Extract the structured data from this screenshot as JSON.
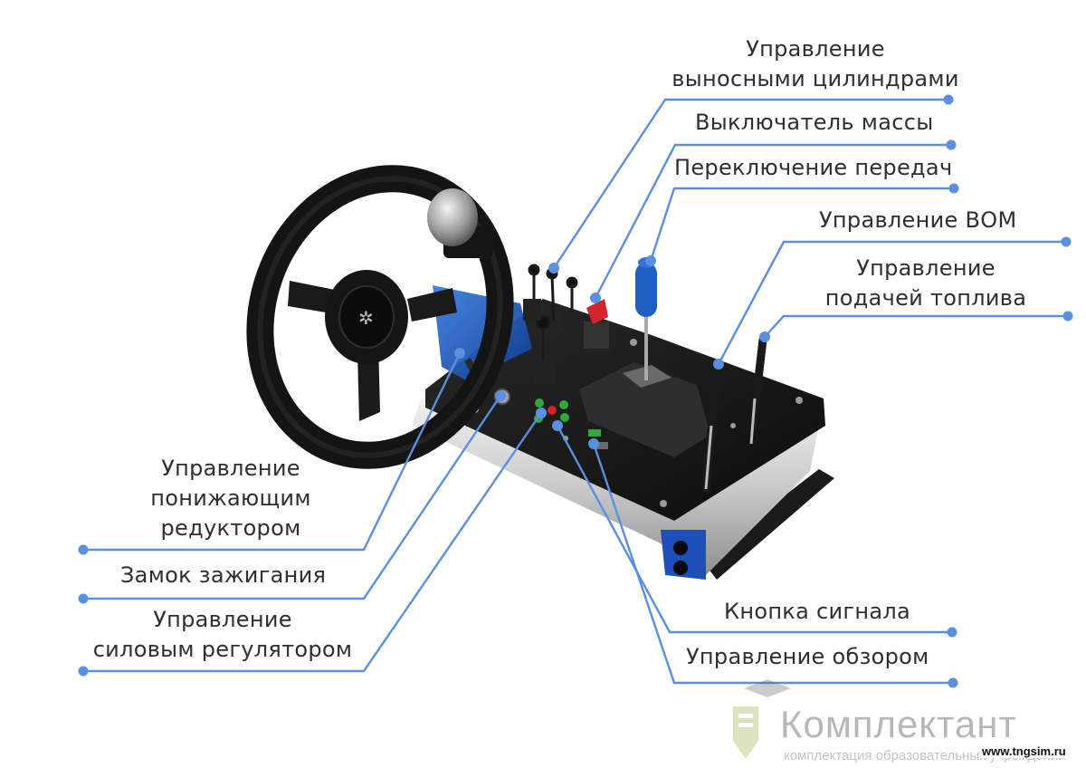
{
  "labels": {
    "cylinders": [
      "Управление",
      "выносными цилиндрами"
    ],
    "mass_switch": "Выключатель массы",
    "gear_shift": "Переключение передач",
    "pto": "Управление ВОМ",
    "fuel": [
      "Управление",
      "подачей топлива"
    ],
    "reducer": [
      "Управление",
      "понижающим",
      "редуктором"
    ],
    "ignition": "Замок зажигания",
    "power_reg": [
      "Управление",
      "силовым регулятором"
    ],
    "horn": "Кнопка сигнала",
    "view": "Управление обзором"
  },
  "watermark": {
    "brand": "Комплектант",
    "tagline": "комплектация образовательных учреждений",
    "site": "www.tngsim.ru"
  },
  "colors": {
    "leader": "#5b8fe0",
    "text": "#2f2f2f",
    "accent_blue": "#1f4fb8",
    "lever_blue": "#1e5fc2",
    "red": "#d4232b"
  }
}
